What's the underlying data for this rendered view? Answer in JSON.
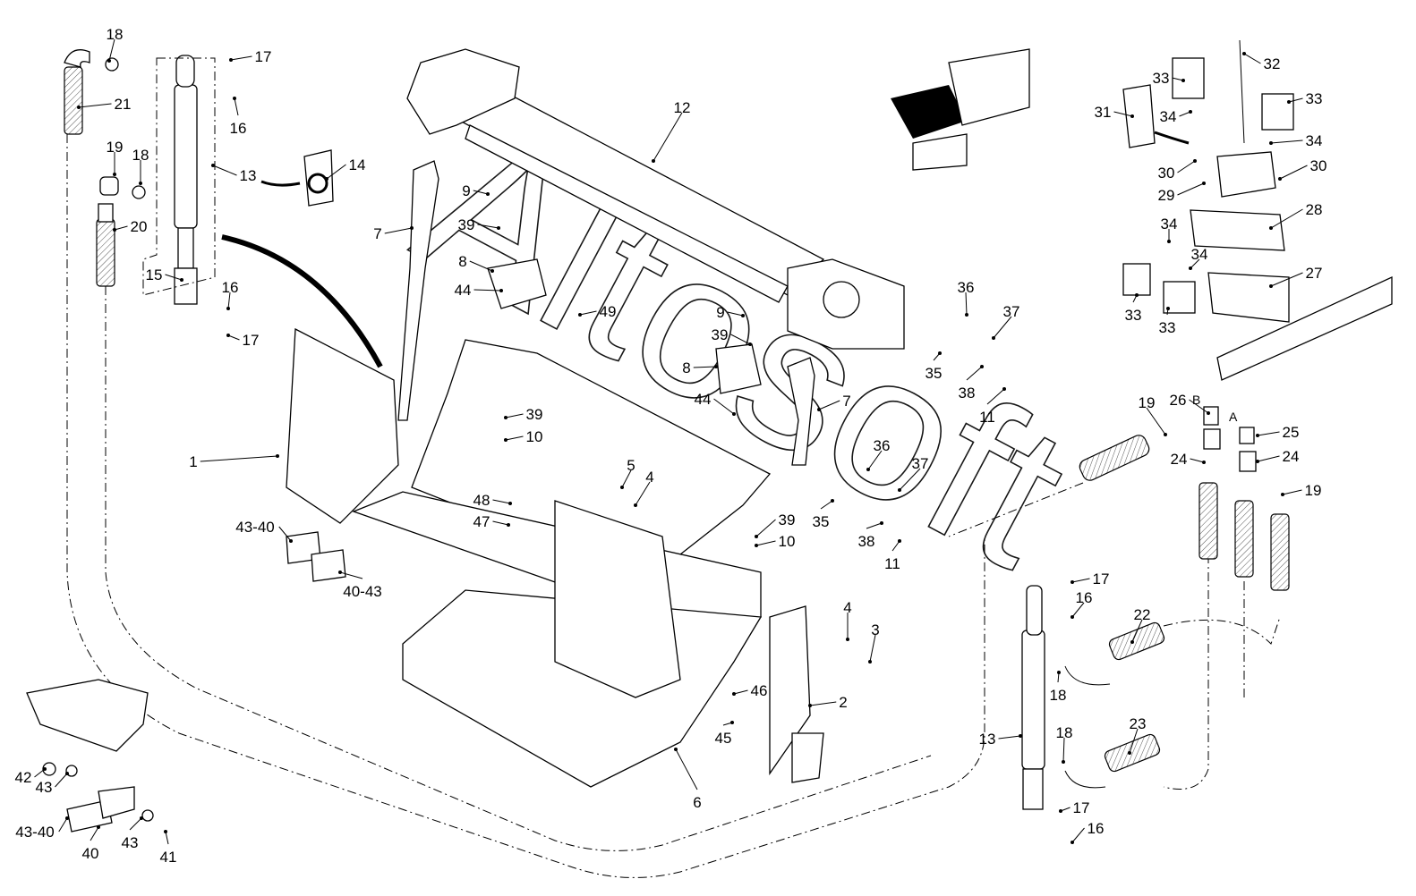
{
  "diagram": {
    "watermark": "Altosoft",
    "callouts": [
      "18",
      "17",
      "21",
      "16",
      "13",
      "14",
      "19",
      "18",
      "20",
      "9",
      "39",
      "7",
      "8",
      "15",
      "16",
      "44",
      "49",
      "17",
      "12",
      "9",
      "39",
      "8",
      "44",
      "7",
      "36",
      "37",
      "35",
      "38",
      "11",
      "39",
      "10",
      "1",
      "5",
      "4",
      "36",
      "37",
      "48",
      "47",
      "39",
      "10",
      "35",
      "38",
      "11",
      "43-40",
      "40-43",
      "4",
      "3",
      "46",
      "2",
      "45",
      "6",
      "17",
      "16",
      "22",
      "18",
      "13",
      "18",
      "23",
      "17",
      "16",
      "19",
      "26",
      "25",
      "24",
      "24",
      "19",
      "32",
      "33",
      "33",
      "31",
      "34",
      "34",
      "30",
      "29",
      "30",
      "28",
      "34",
      "34",
      "27",
      "33",
      "33",
      "42",
      "43",
      "43-40",
      "40",
      "43",
      "41"
    ],
    "port_labels": {
      "b": "B",
      "a": "A"
    }
  }
}
